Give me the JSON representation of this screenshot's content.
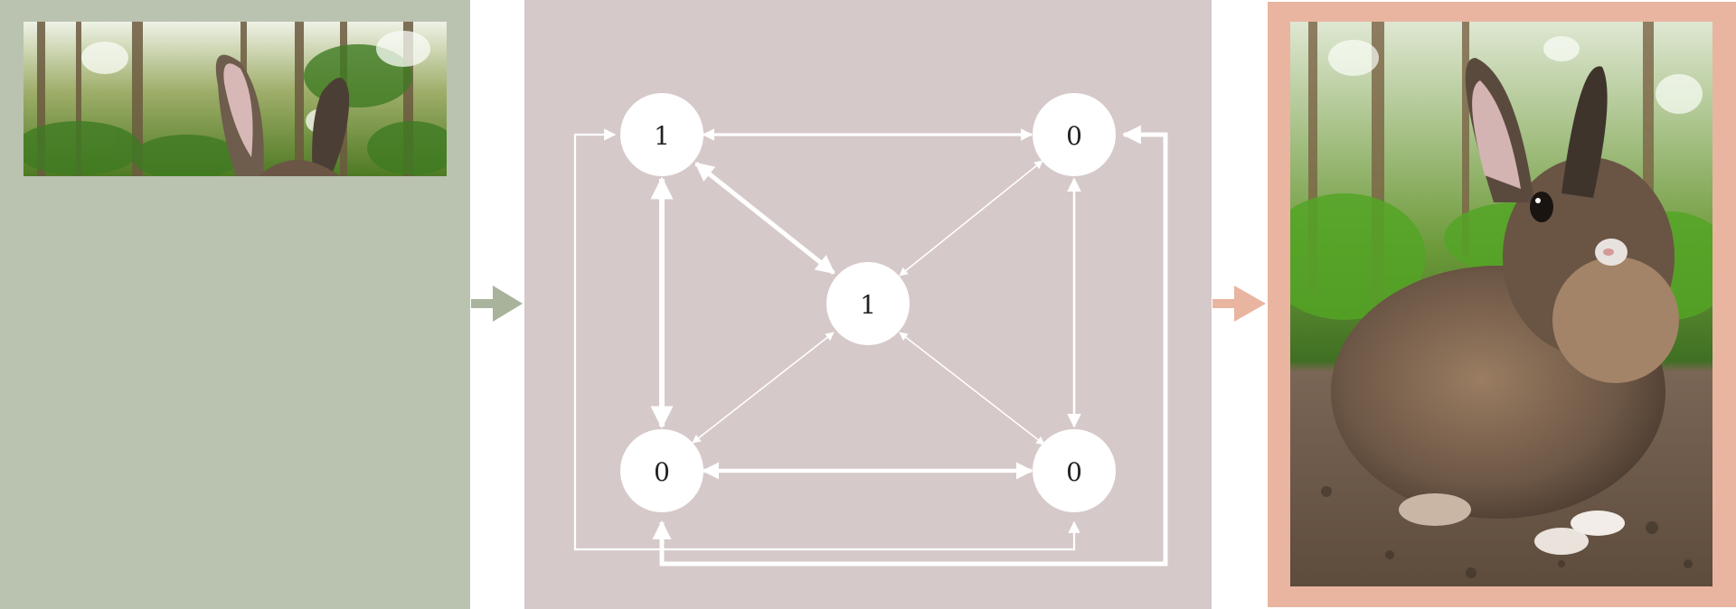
{
  "diagram": {
    "nodes": [
      {
        "id": "n1",
        "value": "1"
      },
      {
        "id": "n2",
        "value": "0"
      },
      {
        "id": "n3",
        "value": "1"
      },
      {
        "id": "n4",
        "value": "0"
      },
      {
        "id": "n5",
        "value": "0"
      }
    ]
  },
  "colors": {
    "input_panel": "#bac2b0",
    "graph_panel": "#d6c9c9",
    "output_border": "#e9b5a0",
    "input_arrow": "#a9b39c",
    "output_arrow": "#e9b5a0",
    "graph_lines": "#ffffff"
  },
  "icons": {
    "input_to_graph": "arrow-right-icon",
    "graph_to_output": "arrow-right-icon"
  }
}
